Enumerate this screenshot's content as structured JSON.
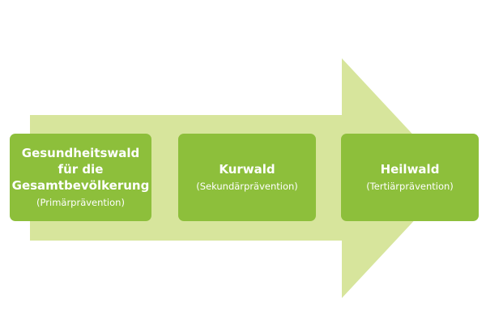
{
  "colors": {
    "arrow_fill": "#d7e59c",
    "box_fill": "#8dbf3b",
    "text": "#ffffff"
  },
  "diagram": {
    "stages": [
      {
        "title": "Gesundheitswald\nfür die\nGesamtbevölkerung",
        "subtitle": "(Primärprävention)"
      },
      {
        "title": "Kurwald",
        "subtitle": "(Sekundärprävention)"
      },
      {
        "title": "Heilwald",
        "subtitle": "(Tertiärprävention)"
      }
    ]
  }
}
